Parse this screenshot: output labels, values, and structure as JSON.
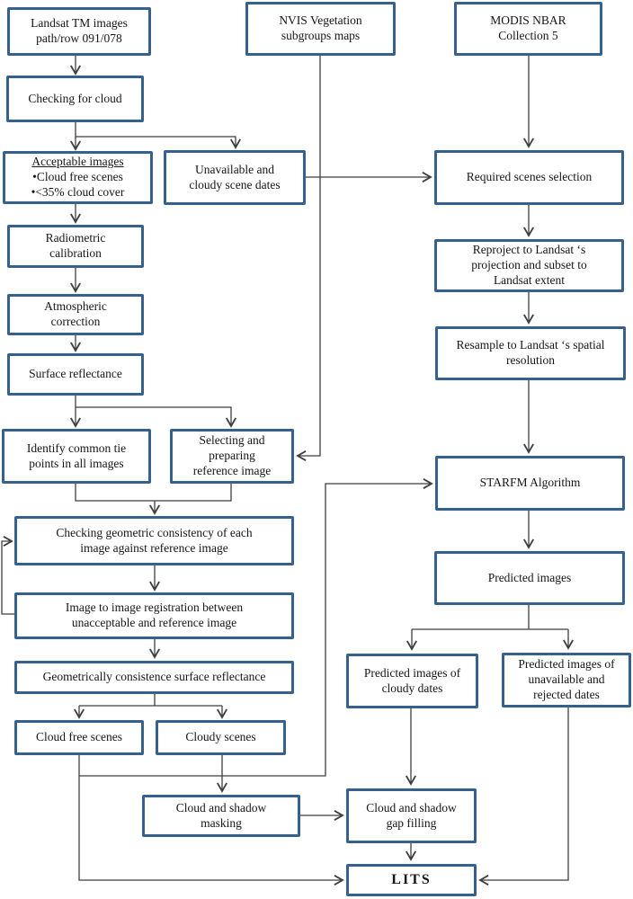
{
  "colors": {
    "box_border": "#36618e",
    "connector_line": "#3f3f3f",
    "text": "#161616",
    "background": "#ffffff"
  },
  "nodes": {
    "landsat_tm": {
      "label": "Landsat TM images\npath/row 091/078"
    },
    "nvis_vegetation": {
      "label": "NVIS Vegetation\nsubgroups maps"
    },
    "modis_nbar": {
      "label": "MODIS NBAR\nCollection 5"
    },
    "checking_cloud": {
      "label": "Checking for cloud"
    },
    "acceptable_images": {
      "title": "Acceptable images",
      "items": [
        "•Cloud free scenes",
        "•<35% cloud cover"
      ]
    },
    "unavailable_dates": {
      "label": "Unavailable and\ncloudy scene dates"
    },
    "required_scenes": {
      "label": "Required scenes selection"
    },
    "radiometric_calibration": {
      "label": "Radiometric\ncalibration"
    },
    "atmospheric_correction": {
      "label": "Atmospheric\ncorrection"
    },
    "surface_reflectance": {
      "label": "Surface reflectance"
    },
    "reproject": {
      "label": "Reproject to Landsat ‘s\nprojection and subset to\nLandsat extent"
    },
    "resample": {
      "label": "Resample to Landsat ‘s spatial\nresolution"
    },
    "identify_tie_points": {
      "label": "Identify common tie\npoints in all images"
    },
    "selecting_reference": {
      "label": "Selecting and\npreparing\nreference image"
    },
    "starfm": {
      "label": "STARFM Algorithm"
    },
    "checking_geometric": {
      "label": "Checking geometric consistency of each\nimage against reference image"
    },
    "predicted_images": {
      "label": "Predicted images"
    },
    "image_registration": {
      "label": "Image to image registration between\nunacceptable and reference image"
    },
    "geometric_surface_reflectance": {
      "label": "Geometrically consistence surface reflectance"
    },
    "cloud_free_scenes": {
      "label": "Cloud free scenes"
    },
    "cloudy_scenes": {
      "label": "Cloudy scenes"
    },
    "predicted_cloudy": {
      "label": "Predicted images of\ncloudy dates"
    },
    "predicted_unavailable": {
      "label": "Predicted images of\nunavailable and\nrejected dates"
    },
    "cloud_shadow_masking": {
      "label": "Cloud and shadow\nmasking"
    },
    "cloud_shadow_gap_filling": {
      "label": "Cloud and shadow\ngap filling"
    },
    "lits": {
      "label": "LITS"
    }
  },
  "edges": [
    {
      "from": "landsat_tm",
      "to": "checking_cloud"
    },
    {
      "from": "checking_cloud",
      "to": "acceptable_images"
    },
    {
      "from": "checking_cloud",
      "to": "unavailable_dates"
    },
    {
      "from": "acceptable_images",
      "to": "radiometric_calibration"
    },
    {
      "from": "radiometric_calibration",
      "to": "atmospheric_correction"
    },
    {
      "from": "atmospheric_correction",
      "to": "surface_reflectance"
    },
    {
      "from": "surface_reflectance",
      "to": "identify_tie_points"
    },
    {
      "from": "surface_reflectance",
      "to": "selecting_reference"
    },
    {
      "from": "nvis_vegetation",
      "to": "selecting_reference"
    },
    {
      "from": "identify_tie_points",
      "to": "checking_geometric"
    },
    {
      "from": "selecting_reference",
      "to": "checking_geometric"
    },
    {
      "from": "checking_geometric",
      "to": "image_registration"
    },
    {
      "from": "image_registration",
      "to": "checking_geometric"
    },
    {
      "from": "image_registration",
      "to": "geometric_surface_reflectance"
    },
    {
      "from": "geometric_surface_reflectance",
      "to": "cloud_free_scenes"
    },
    {
      "from": "geometric_surface_reflectance",
      "to": "cloudy_scenes"
    },
    {
      "from": "cloud_free_scenes",
      "to": "starfm"
    },
    {
      "from": "cloud_free_scenes",
      "to": "lits"
    },
    {
      "from": "cloudy_scenes",
      "to": "cloud_shadow_masking"
    },
    {
      "from": "cloud_shadow_masking",
      "to": "cloud_shadow_gap_filling"
    },
    {
      "from": "unavailable_dates",
      "to": "required_scenes"
    },
    {
      "from": "modis_nbar",
      "to": "required_scenes"
    },
    {
      "from": "required_scenes",
      "to": "reproject"
    },
    {
      "from": "reproject",
      "to": "resample"
    },
    {
      "from": "resample",
      "to": "starfm"
    },
    {
      "from": "starfm",
      "to": "predicted_images"
    },
    {
      "from": "predicted_images",
      "to": "predicted_cloudy"
    },
    {
      "from": "predicted_images",
      "to": "predicted_unavailable"
    },
    {
      "from": "predicted_cloudy",
      "to": "cloud_shadow_gap_filling"
    },
    {
      "from": "predicted_unavailable",
      "to": "lits"
    },
    {
      "from": "cloud_shadow_gap_filling",
      "to": "lits"
    }
  ]
}
